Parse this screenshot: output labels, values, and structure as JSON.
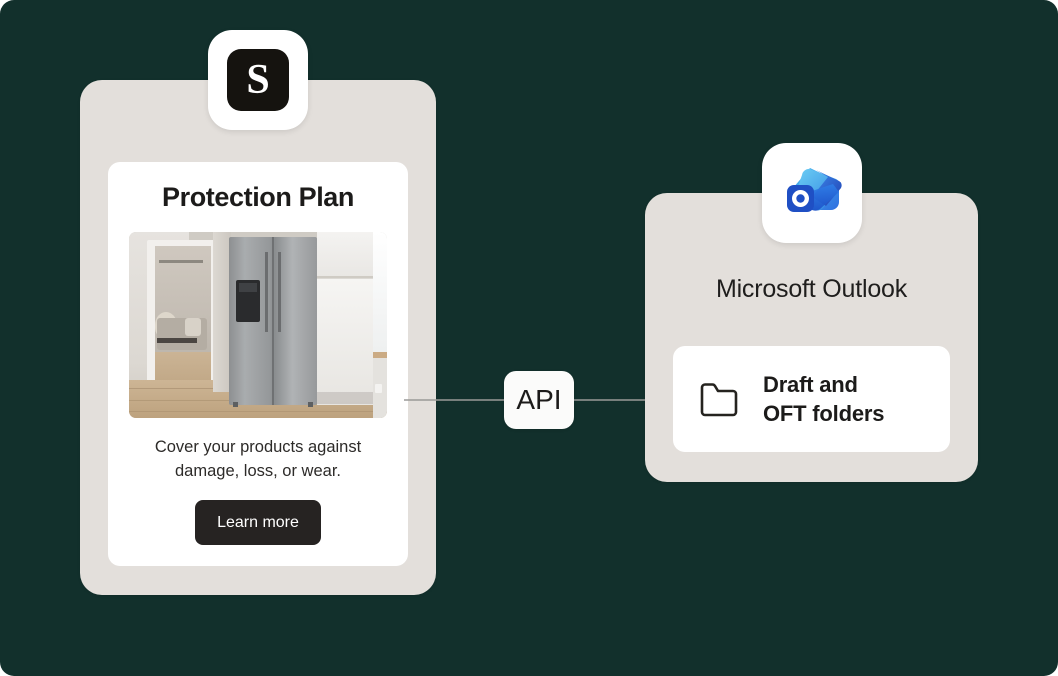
{
  "canvas": {
    "background_color": "#12302c"
  },
  "left_panel": {
    "app_icon": "stripe-dollar-icon",
    "app_icon_glyph": "S",
    "card": {
      "title": "Protection Plan",
      "image_alt": "kitchen-refrigerator-photo",
      "description": "Cover your products against damage, loss, or wear.",
      "cta_label": "Learn more",
      "cta_color": "#262322"
    },
    "panel_color": "#e3dfdb"
  },
  "connector": {
    "label": "API",
    "line_color": "#9a9a98",
    "arrow_icon": "arrow-right-icon",
    "direction": "left-to-right"
  },
  "right_panel": {
    "app_icon": "microsoft-outlook-icon",
    "title": "Microsoft Outlook",
    "card": {
      "icon": "folder-icon",
      "label_line_1": "Draft and",
      "label_line_2": "OFT folders"
    },
    "panel_color": "#e3dfdb"
  }
}
